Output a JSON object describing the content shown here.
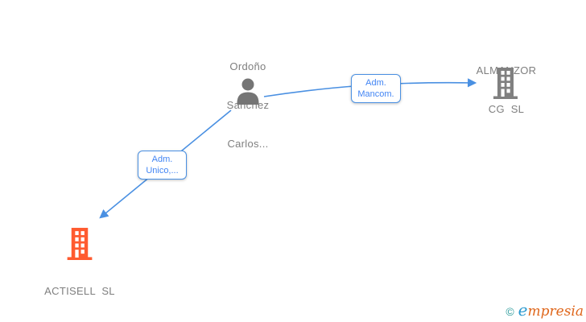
{
  "nodes": {
    "person": {
      "name_line1": "Ordoño",
      "name_line2": "Sanchez",
      "name_line3": "Carlos...",
      "icon": "person-icon"
    },
    "almanzor": {
      "name_line1": "ALMANZOR",
      "name_line2": "CG  SL",
      "icon": "building-icon"
    },
    "actisell": {
      "name": "ACTISELL  SL",
      "icon": "building-icon"
    }
  },
  "edges": {
    "mancom": {
      "label_line1": "Adm.",
      "label_line2": "Mancom.",
      "from": "person",
      "to": "almanzor"
    },
    "unico": {
      "label_line1": "Adm.",
      "label_line2": "Unico,...",
      "from": "person",
      "to": "actisell"
    }
  },
  "footer": {
    "copyright_symbol": "©",
    "brand_first_letter": "e",
    "brand_rest": "mpresia"
  },
  "colors": {
    "arrow": "#4a90e2",
    "label_border": "#4a90e2",
    "label_text": "#4285f4",
    "node_text": "#7f7f7f",
    "person_gray": "#757575",
    "building_gray": "#808080",
    "building_orange": "#ff5b30",
    "copyright_teal": "#2e9c9c",
    "brand_blue": "#2d9bd0",
    "brand_orange": "#df661b"
  }
}
